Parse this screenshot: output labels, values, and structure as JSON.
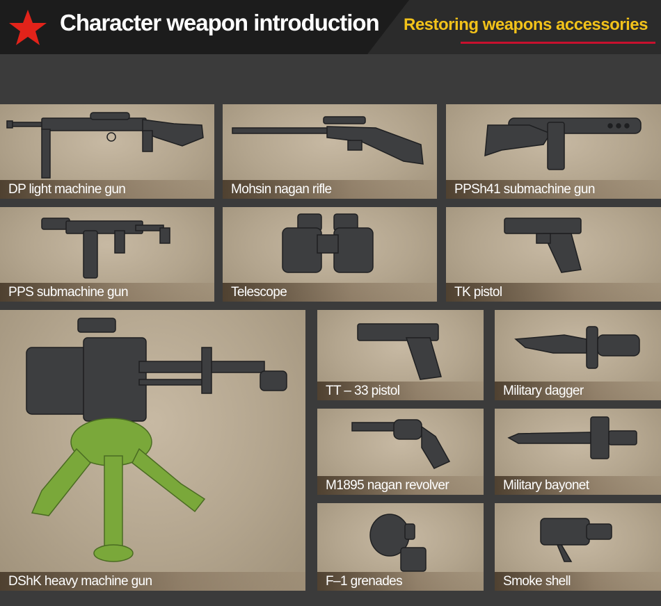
{
  "header": {
    "title": "Character weapon introduction",
    "subtitle": "Restoring weapons accessories",
    "star_color": "#e2231a",
    "subtitle_color": "#f2c21a"
  },
  "items": [
    {
      "label": "DP light machine gun",
      "icon": "machine-gun-icon"
    },
    {
      "label": "Mohsin nagan rifle",
      "icon": "rifle-icon"
    },
    {
      "label": "PPSh41 submachine gun",
      "icon": "submachine-gun-icon"
    },
    {
      "label": "PPS submachine gun",
      "icon": "submachine-gun-icon"
    },
    {
      "label": "Telescope",
      "icon": "binoculars-icon"
    },
    {
      "label": "TK pistol",
      "icon": "pistol-icon"
    },
    {
      "label": "DShK heavy machine gun",
      "icon": "heavy-machine-gun-icon"
    },
    {
      "label": "TT – 33 pistol",
      "icon": "pistol-icon"
    },
    {
      "label": "Military dagger",
      "icon": "dagger-icon"
    },
    {
      "label": "M1895 nagan revolver",
      "icon": "revolver-icon"
    },
    {
      "label": "Military bayonet",
      "icon": "bayonet-icon"
    },
    {
      "label": "F–1 grenades",
      "icon": "grenade-icon"
    },
    {
      "label": "Smoke shell",
      "icon": "smoke-shell-icon"
    }
  ]
}
